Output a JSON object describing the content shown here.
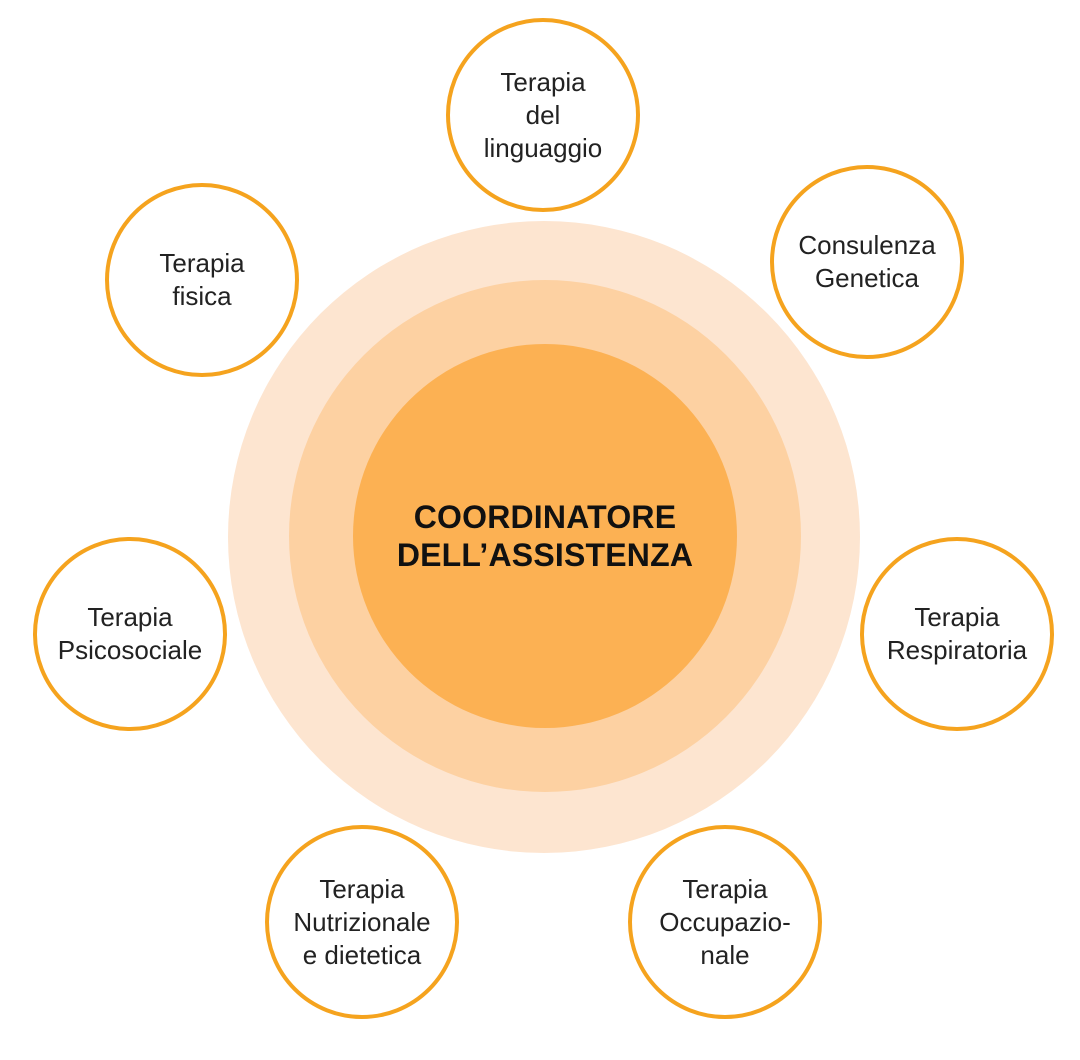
{
  "colors": {
    "ring_outer": "#fde5d0",
    "ring_middle": "#fdd1a2",
    "ring_inner": "#fcb153",
    "node_border": "#f5a31e",
    "node_fill": "#ffffff",
    "center_text": "#111111",
    "node_text": "#222222"
  },
  "center": {
    "lines": [
      "COORDINATORE",
      "DELL’ASSISTENZA"
    ]
  },
  "nodes": [
    {
      "id": "linguaggio",
      "lines": [
        "Terapia",
        "del",
        "linguaggio"
      ]
    },
    {
      "id": "genetica",
      "lines": [
        "Consulenza",
        "Genetica"
      ]
    },
    {
      "id": "fisica",
      "lines": [
        "Terapia",
        "fisica"
      ]
    },
    {
      "id": "psicosociale",
      "lines": [
        "Terapia",
        "Psicosociale"
      ]
    },
    {
      "id": "respiratoria",
      "lines": [
        "Terapia",
        "Respiratoria"
      ]
    },
    {
      "id": "nutrizionale",
      "lines": [
        "Terapia",
        "Nutrizionale",
        "e dietetica"
      ]
    },
    {
      "id": "occupazionale",
      "lines": [
        "Terapia",
        "Occupazio-",
        "nale"
      ]
    }
  ]
}
